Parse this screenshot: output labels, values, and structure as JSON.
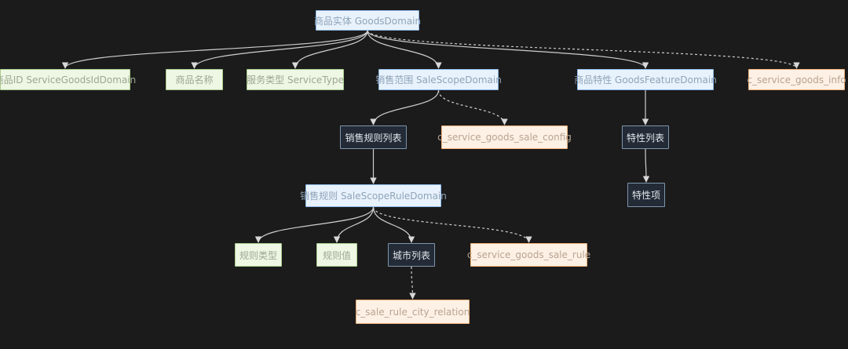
{
  "nodes": {
    "goods_domain": "商品实体 GoodsDomain",
    "goods_id": "商品ID ServiceGoodsIdDomain",
    "goods_name": "商品名称",
    "service_type": "服务类型 ServiceType",
    "sale_scope": "销售范围 SaleScopeDomain",
    "goods_feature": "商品特性 GoodsFeatureDomain",
    "goods_info_table": "c_service_goods_info",
    "sale_rule_list": "销售规则列表",
    "sale_config_table": "c_service_goods_sale_config",
    "feature_list": "特性列表",
    "sale_rule": "销售规则 SaleScopeRuleDomain",
    "feature_item": "特性项",
    "rule_type": "规则类型",
    "rule_value": "规则值",
    "city_list": "城市列表",
    "sale_rule_table": "c_service_goods_sale_rule",
    "city_relation_table": "c_sale_rule_city_relation"
  },
  "colors": {
    "background": "#1c1b1b",
    "edge": "#cfcfcf",
    "domain_fill": "#e8f2fc",
    "attribute_fill": "#eef6e4",
    "table_fill": "#fdf0e4",
    "list_fill": "#222b36"
  },
  "edges": [
    {
      "from": "goods_domain",
      "to": "goods_id",
      "style": "solid"
    },
    {
      "from": "goods_domain",
      "to": "goods_name",
      "style": "solid"
    },
    {
      "from": "goods_domain",
      "to": "service_type",
      "style": "solid"
    },
    {
      "from": "goods_domain",
      "to": "sale_scope",
      "style": "solid"
    },
    {
      "from": "goods_domain",
      "to": "goods_feature",
      "style": "solid"
    },
    {
      "from": "goods_domain",
      "to": "goods_info_table",
      "style": "dashed"
    },
    {
      "from": "sale_scope",
      "to": "sale_rule_list",
      "style": "solid"
    },
    {
      "from": "sale_scope",
      "to": "sale_config_table",
      "style": "dashed"
    },
    {
      "from": "goods_feature",
      "to": "feature_list",
      "style": "solid"
    },
    {
      "from": "sale_rule_list",
      "to": "sale_rule",
      "style": "solid"
    },
    {
      "from": "feature_list",
      "to": "feature_item",
      "style": "solid"
    },
    {
      "from": "sale_rule",
      "to": "rule_type",
      "style": "solid"
    },
    {
      "from": "sale_rule",
      "to": "rule_value",
      "style": "solid"
    },
    {
      "from": "sale_rule",
      "to": "city_list",
      "style": "solid"
    },
    {
      "from": "sale_rule",
      "to": "sale_rule_table",
      "style": "dashed"
    },
    {
      "from": "city_list",
      "to": "city_relation_table",
      "style": "dashed"
    }
  ]
}
